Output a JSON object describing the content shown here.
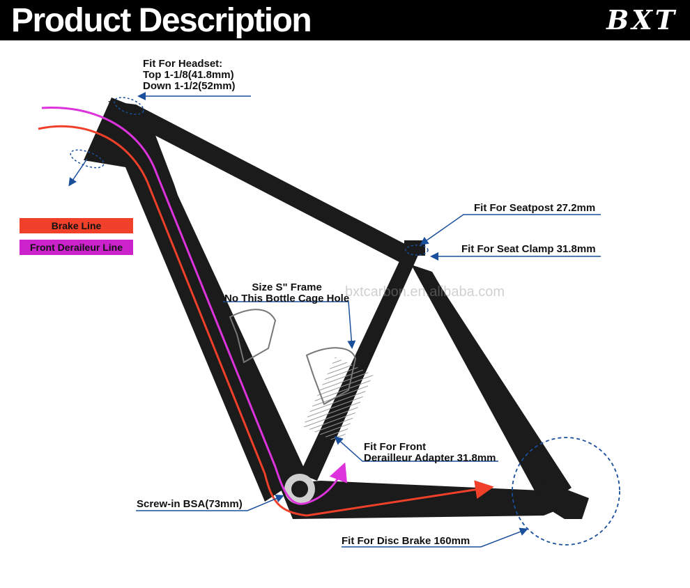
{
  "header": {
    "title": "Product Description",
    "logo_text": "BXT"
  },
  "legend": [
    {
      "label": "Brake Line",
      "color": "#f0402a"
    },
    {
      "label": "Front Deraileur Line",
      "color": "#cc22cc"
    }
  ],
  "callouts": {
    "headset": {
      "line1": "Fit For Headset:",
      "line2": "Top 1-1/8(41.8mm)",
      "line3": "Down 1-1/2(52mm)"
    },
    "seatpost": "Fit For Seatpost 27.2mm",
    "seat_clamp": "Fit For Seat Clamp 31.8mm",
    "frame_size": {
      "line1": "Size S\" Frame",
      "line2": "No This Bottle Cage Hole"
    },
    "derailleur": {
      "line1": "Fit For Front",
      "line2": "Derailleur Adapter 31.8mm"
    },
    "bsa": "Screw-in BSA(73mm)",
    "disc_brake": "Fit For Disc  Brake 160mm"
  },
  "watermark": "bxtcarbon.en.alibaba.com",
  "colors": {
    "frame": "#1b1b1b",
    "arrow": "#1a4f9c",
    "brake_line": "#f0402a",
    "derailleur_line": "#cc22cc"
  }
}
